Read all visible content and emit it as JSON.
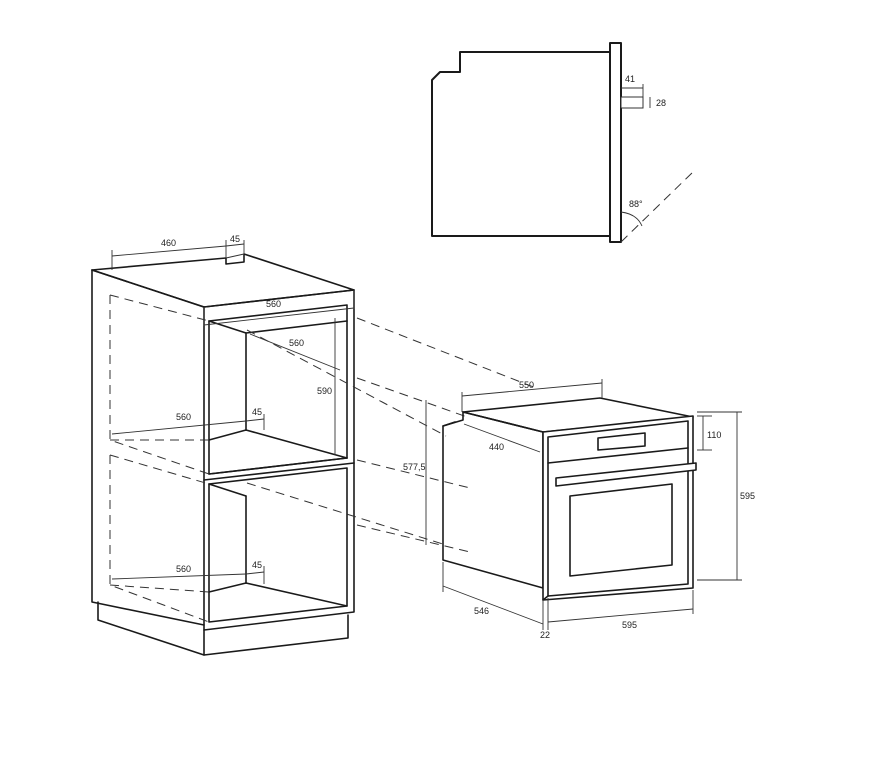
{
  "labels": {
    "side_depth": "41",
    "side_handle": "28",
    "side_angle": "88°",
    "cab_top_depth": "460",
    "cab_top_gap": "45",
    "cab_inner_width_top": "560",
    "cab_inner_depth": "560",
    "cab_niche_height": "590",
    "cab_mid_depth": "560",
    "cab_mid_gap": "45",
    "cab_bot_depth": "560",
    "cab_bot_gap": "45",
    "oven_width_top": "550",
    "oven_body_depth": "440",
    "oven_body_height": "577,5",
    "oven_panel_height": "110",
    "oven_front_height": "595",
    "oven_depth_bottom": "546",
    "oven_front_thickness": "22",
    "oven_front_width": "595"
  }
}
